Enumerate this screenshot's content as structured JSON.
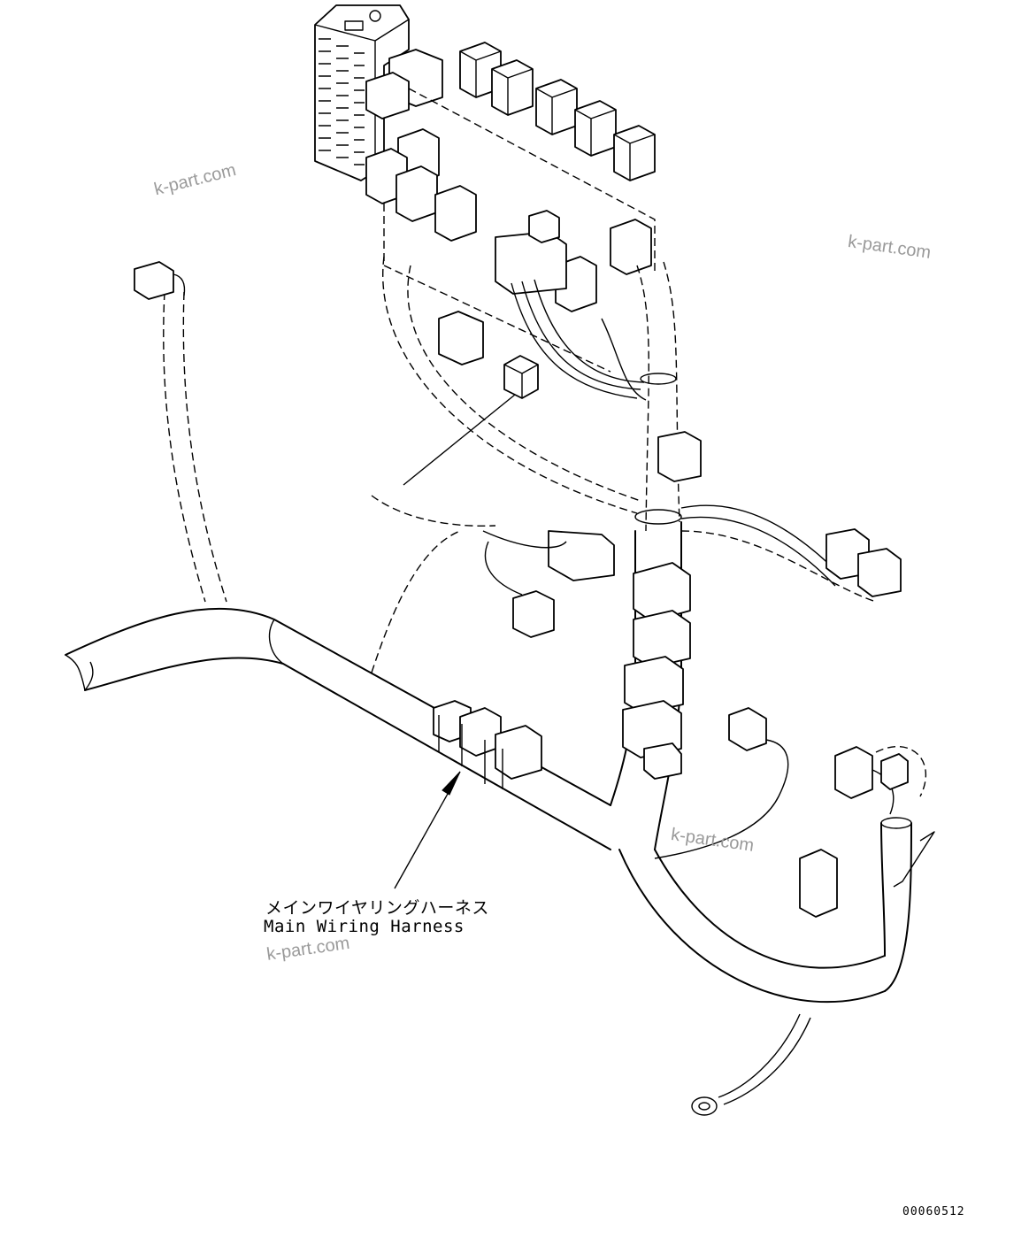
{
  "labels": {
    "part_name_jp": "メインワイヤリングハーネス",
    "part_name_en": "Main Wiring Harness"
  },
  "watermarks": [
    "k-part.com",
    "k-part.com",
    "k-part.com",
    "k-part.com"
  ],
  "figure_number": "00060512"
}
